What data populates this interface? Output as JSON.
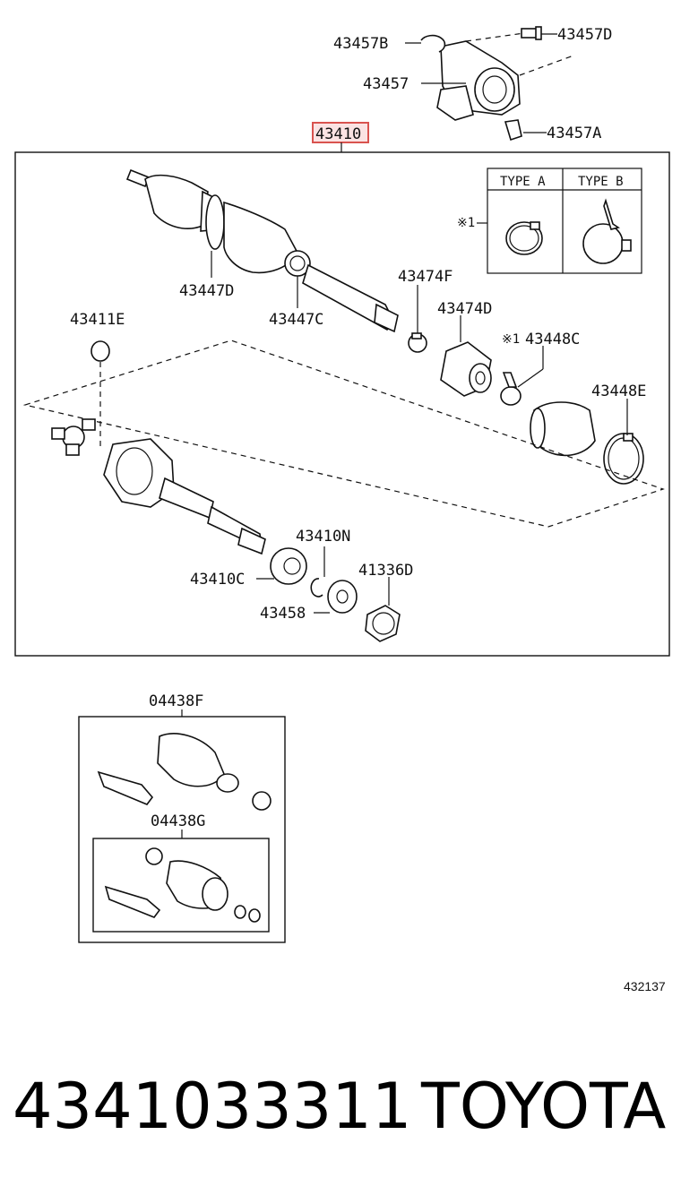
{
  "labels": {
    "clip_43457b": "43457B",
    "bolt_43457d": "43457D",
    "bracket_43457": "43457",
    "nipple_43457a": "43457A",
    "assembly_43410": "43410",
    "boot_43447d": "43447D",
    "clamp_43447c": "43447C",
    "clamp_43474f": "43474F",
    "damper_43474d": "43474D",
    "snap_43411e": "43411E",
    "clamp_43448c": "43448C",
    "clamp_43448c_mark": "※1",
    "clamp_43448e": "43448E",
    "seal_43410n": "43410N",
    "bearing_43410c": "43410C",
    "seal_41336d": "41336D",
    "ring_43458": "43458",
    "kit_04438f": "04438F",
    "kit_04438g": "04438G"
  },
  "legend": {
    "type_a": "TYPE A",
    "type_b": "TYPE B",
    "note_mark": "※1"
  },
  "highlight_color": "#d9534f",
  "ref_code": "432137",
  "footer": {
    "part_number": "4341033311",
    "brand": "TOYOTA"
  }
}
